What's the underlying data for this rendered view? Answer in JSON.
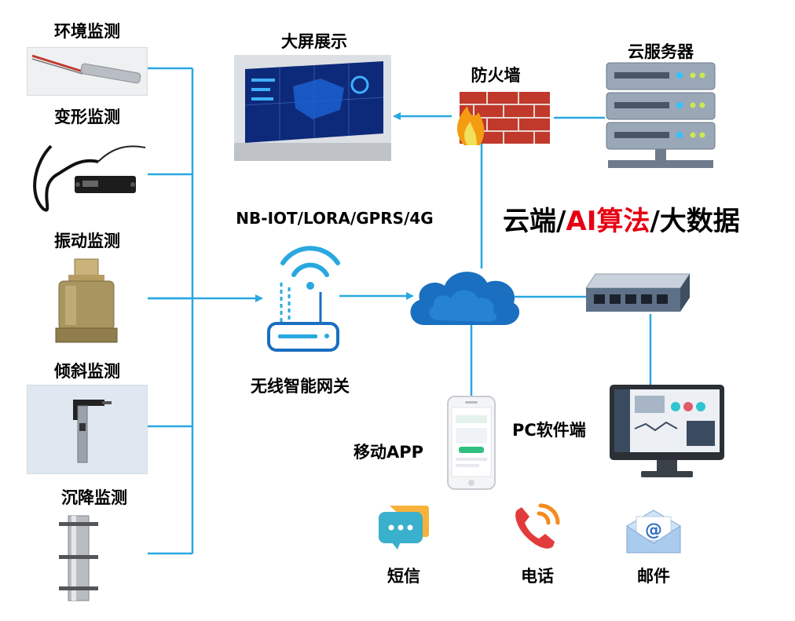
{
  "sensors": [
    {
      "label": "环境监测",
      "icon": "temperature-probe"
    },
    {
      "label": "变形监测",
      "icon": "deformation-sensor"
    },
    {
      "label": "振动监测",
      "icon": "vibration-sensor"
    },
    {
      "label": "倾斜监测",
      "icon": "tilt-sensor"
    },
    {
      "label": "沉降监测",
      "icon": "settlement-gauge"
    }
  ],
  "nodes": {
    "big_screen": "大屏展示",
    "firewall": "防火墙",
    "cloud_server": "云服务器",
    "protocols": "NB-IOT/LORA/GPRS/4G",
    "gateway": "无线智能网关",
    "mobile_app": "移动APP",
    "pc_client": "PC软件端"
  },
  "headline": {
    "part1": "云端/",
    "part2": "AI算法",
    "part3": "/大数据"
  },
  "alerts": [
    {
      "label": "短信",
      "icon": "sms-icon"
    },
    {
      "label": "电话",
      "icon": "phone-icon"
    },
    {
      "label": "邮件",
      "icon": "email-icon"
    }
  ],
  "colors": {
    "connector": "#29a8e0",
    "accent_red": "#e60012",
    "cloud_blue": "#1a6fc0"
  }
}
